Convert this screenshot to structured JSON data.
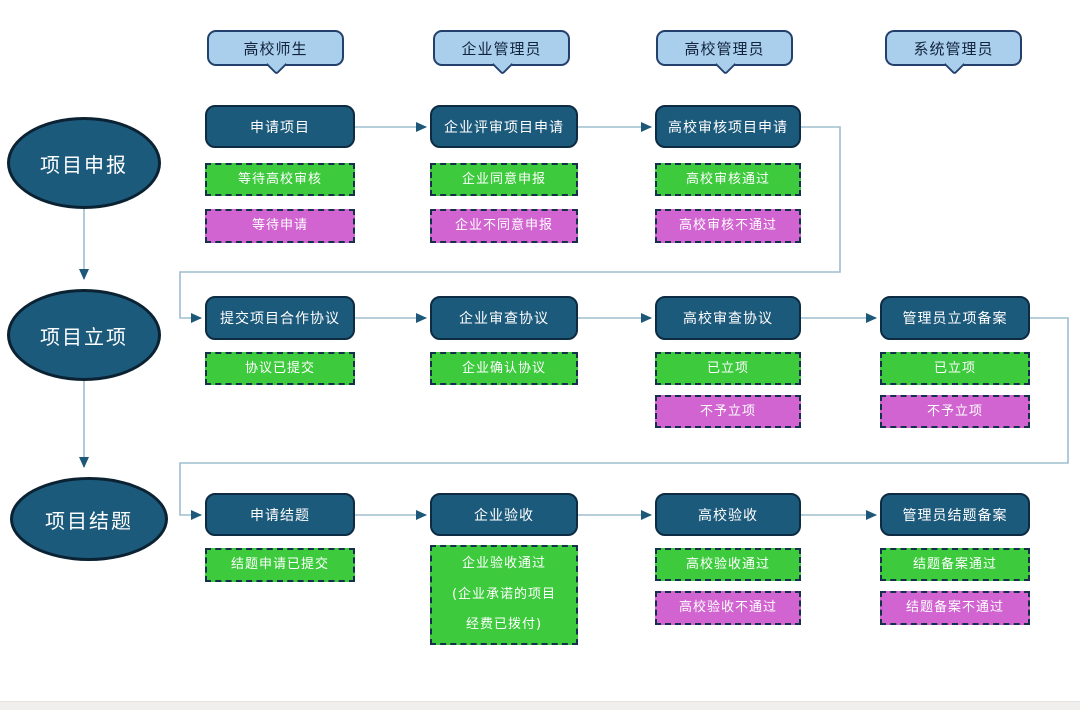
{
  "roles": [
    {
      "label": "高校师生"
    },
    {
      "label": "企业管理员"
    },
    {
      "label": "高校管理员"
    },
    {
      "label": "系统管理员"
    }
  ],
  "matrix": {
    "rows": [
      {
        "phase": "项目申报",
        "cells": [
          {
            "step": "申请项目",
            "green": "等待高校审核",
            "magenta": "等待申请"
          },
          {
            "step": "企业评审项目申请",
            "green": "企业同意申报",
            "magenta": "企业不同意申报"
          },
          {
            "step": "高校审核项目申请",
            "green": "高校审核通过",
            "magenta": "高校审核不通过"
          }
        ]
      },
      {
        "phase": "项目立项",
        "cells": [
          {
            "step": "提交项目合作协议",
            "green": "协议已提交"
          },
          {
            "step": "企业审查协议",
            "green": "企业确认协议"
          },
          {
            "step": "高校审查协议",
            "green": "已立项",
            "magenta": "不予立项"
          },
          {
            "step": "管理员立项备案",
            "green": "已立项",
            "magenta": "不予立项"
          }
        ]
      },
      {
        "phase": "项目结题",
        "cells": [
          {
            "step": "申请结题",
            "green": "结题申请已提交"
          },
          {
            "step": "企业验收",
            "green": "企业验收通过\n(企业承诺的项目\n经费已拨付)"
          },
          {
            "step": "高校验收",
            "green": "高校验收通过",
            "magenta": "高校验收不通过"
          },
          {
            "step": "管理员结题备案",
            "green": "结题备案通过",
            "magenta": "结题备案不通过"
          }
        ]
      }
    ]
  },
  "palette": {
    "step_fill": "#1c5a7c",
    "step_border": "#0d2b42",
    "green_fill": "#3dcb3d",
    "magenta_fill": "#d164d1",
    "status_border": "#14304a",
    "role_fill": "#a9cfed",
    "role_border": "#22406b",
    "connector_line": "#9fbdcf",
    "arrowhead": "#1d5878",
    "text_on_dark": "#ffffff"
  }
}
